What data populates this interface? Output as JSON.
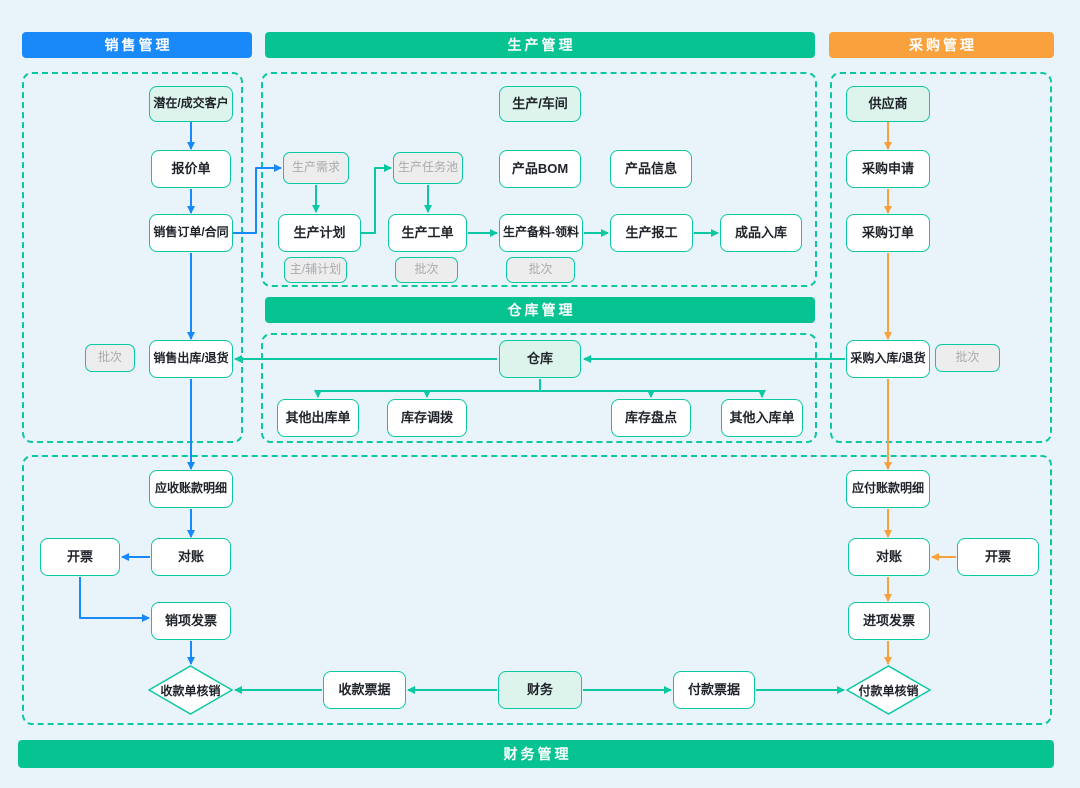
{
  "bars": {
    "sales": "销售管理",
    "production": "生产管理",
    "purchase": "采购管理",
    "warehouse": "仓库管理",
    "finance": "财务管理"
  },
  "nodes": {
    "customer": "潜在/成交客户",
    "quotation": "报价单",
    "sales_order": "销售订单/合同",
    "sales_outbound": "销售出库/退货",
    "batch_sales": "批次",
    "receivable_detail": "应收账款明细",
    "reconcile_left": "对账",
    "invoice_left": "开票",
    "sales_invoice": "销项发票",
    "receipt_writeoff": "收款单核销",
    "workshop": "生产/车间",
    "prod_demand": "生产需求",
    "prod_task_pool": "生产任务池",
    "product_bom": "产品BOM",
    "product_info": "产品信息",
    "prod_plan": "生产计划",
    "prod_order": "生产工单",
    "prod_material": "生产备料-领料",
    "prod_report": "生产报工",
    "finished_inbound": "成品入库",
    "main_aux_plan": "主/辅计划",
    "batch_workorder": "批次",
    "batch_material": "批次",
    "warehouse_node": "仓库",
    "other_outbound": "其他出库单",
    "inventory_transfer": "库存调拨",
    "inventory_check": "库存盘点",
    "other_inbound": "其他入库单",
    "supplier": "供应商",
    "purchase_request": "采购申请",
    "purchase_order": "采购订单",
    "purchase_inbound": "采购入库/退货",
    "batch_purchase": "批次",
    "payable_detail": "应付账款明细",
    "reconcile_right": "对账",
    "invoice_right": "开票",
    "purchase_invoice": "进项发票",
    "payment_writeoff": "付款单核销",
    "receipt_bill": "收款票据",
    "finance_node": "财务",
    "payment_bill": "付款票据"
  },
  "colors": {
    "sales_blue": "#1989FA",
    "process_green": "#07C392",
    "purchase_orange": "#F9A13D",
    "border_teal": "#0BC8A3",
    "node_mint_fill": "#DCF4EC",
    "disabled_gray_fill": "#EDEDEE",
    "disabled_gray_text": "#A8AAAC",
    "node_text": "#1F2329",
    "background": "#E9F3FA"
  }
}
